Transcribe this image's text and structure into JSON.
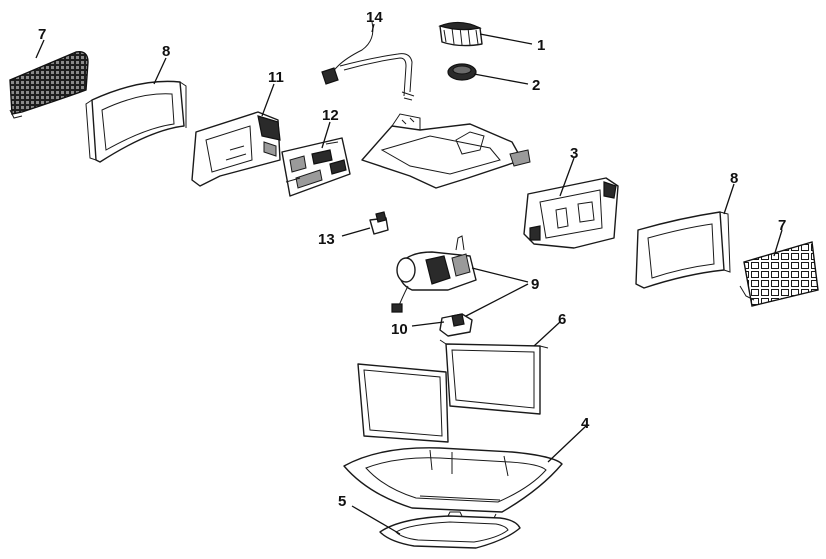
{
  "callouts": {
    "c1": "1",
    "c2": "2",
    "c3": "3",
    "c4": "4",
    "c5": "5",
    "c6": "6",
    "c7a": "7",
    "c7b": "7",
    "c8a": "8",
    "c8b": "8",
    "c9": "9",
    "c10": "10",
    "c11": "11",
    "c12": "12",
    "c13": "13",
    "c14": "14"
  }
}
